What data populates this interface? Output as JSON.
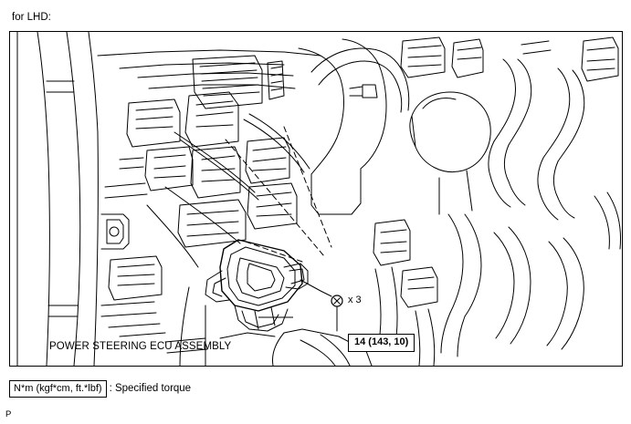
{
  "page": {
    "heading": "for LHD:",
    "page_mark": "P"
  },
  "figure": {
    "callout": {
      "label": "POWER STEERING ECU ASSEMBLY"
    },
    "bolt": {
      "count_label": "x 3",
      "icon": "bolt-head-icon"
    },
    "torque": {
      "value": "14 (143, 10)"
    }
  },
  "legend": {
    "unit_box": "N*m (kgf*cm, ft.*lbf)",
    "description": ": Specified torque"
  },
  "colors": {
    "line": "#000000",
    "background": "#ffffff"
  }
}
